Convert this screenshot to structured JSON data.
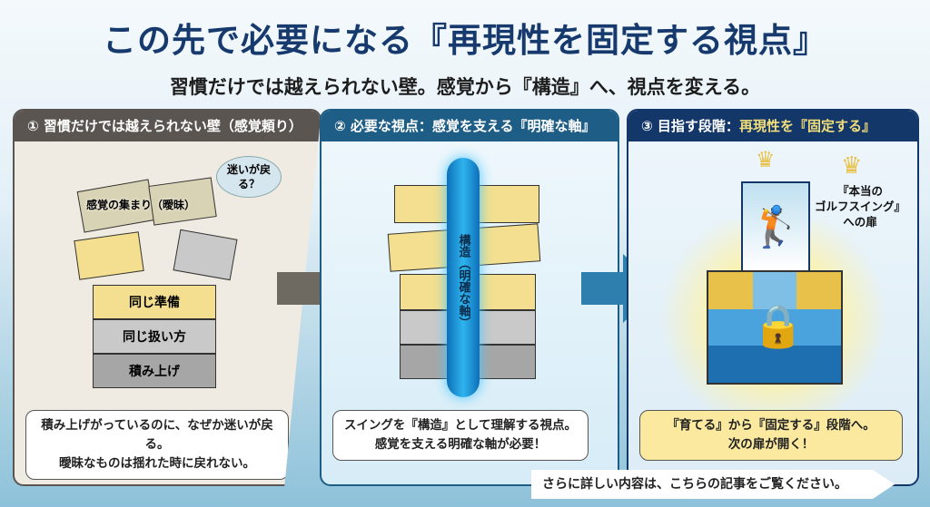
{
  "title": "この先で必要になる『再現性を固定する視点』",
  "subtitle": "習慣だけでは越えられない壁。感覚から『構造』へ、視点を変える。",
  "panels": [
    {
      "header": "① 習慣だけでは越えられない壁（感覚頼り）",
      "blocks": [
        "感覚の集まり（曖昧）",
        "同じ準備",
        "同じ扱い方",
        "積み上げ"
      ],
      "thought": "迷いが戻る？",
      "note": [
        "積み上げがっているのに、なぜか迷いが戻る。",
        "曖昧なものは揺れた時に戻れない。"
      ]
    },
    {
      "header": "② 必要な視点：感覚を支える『明確な軸』",
      "pillar": "構造（明確な軸）",
      "note": [
        "スイングを『構造』として理解する視点。",
        "感覚を支える明確な軸が必要！"
      ]
    },
    {
      "header_prefix": "③ 目指す段階：",
      "header_highlight": "再現性を『固定する』",
      "door_label": [
        "『本当の",
        "ゴルフスイング』",
        "への扉"
      ],
      "note": [
        "『育てる』から『固定する』段階へ。",
        "次の扉が開く！"
      ]
    }
  ],
  "cta": "さらに詳しい内容は、こちらの記事をご覧ください。",
  "colors": {
    "title": "#173a6e",
    "panel1": "#5a5550",
    "panel2": "#1e5d86",
    "panel3": "#14376a",
    "gold": "#e8c14a"
  }
}
